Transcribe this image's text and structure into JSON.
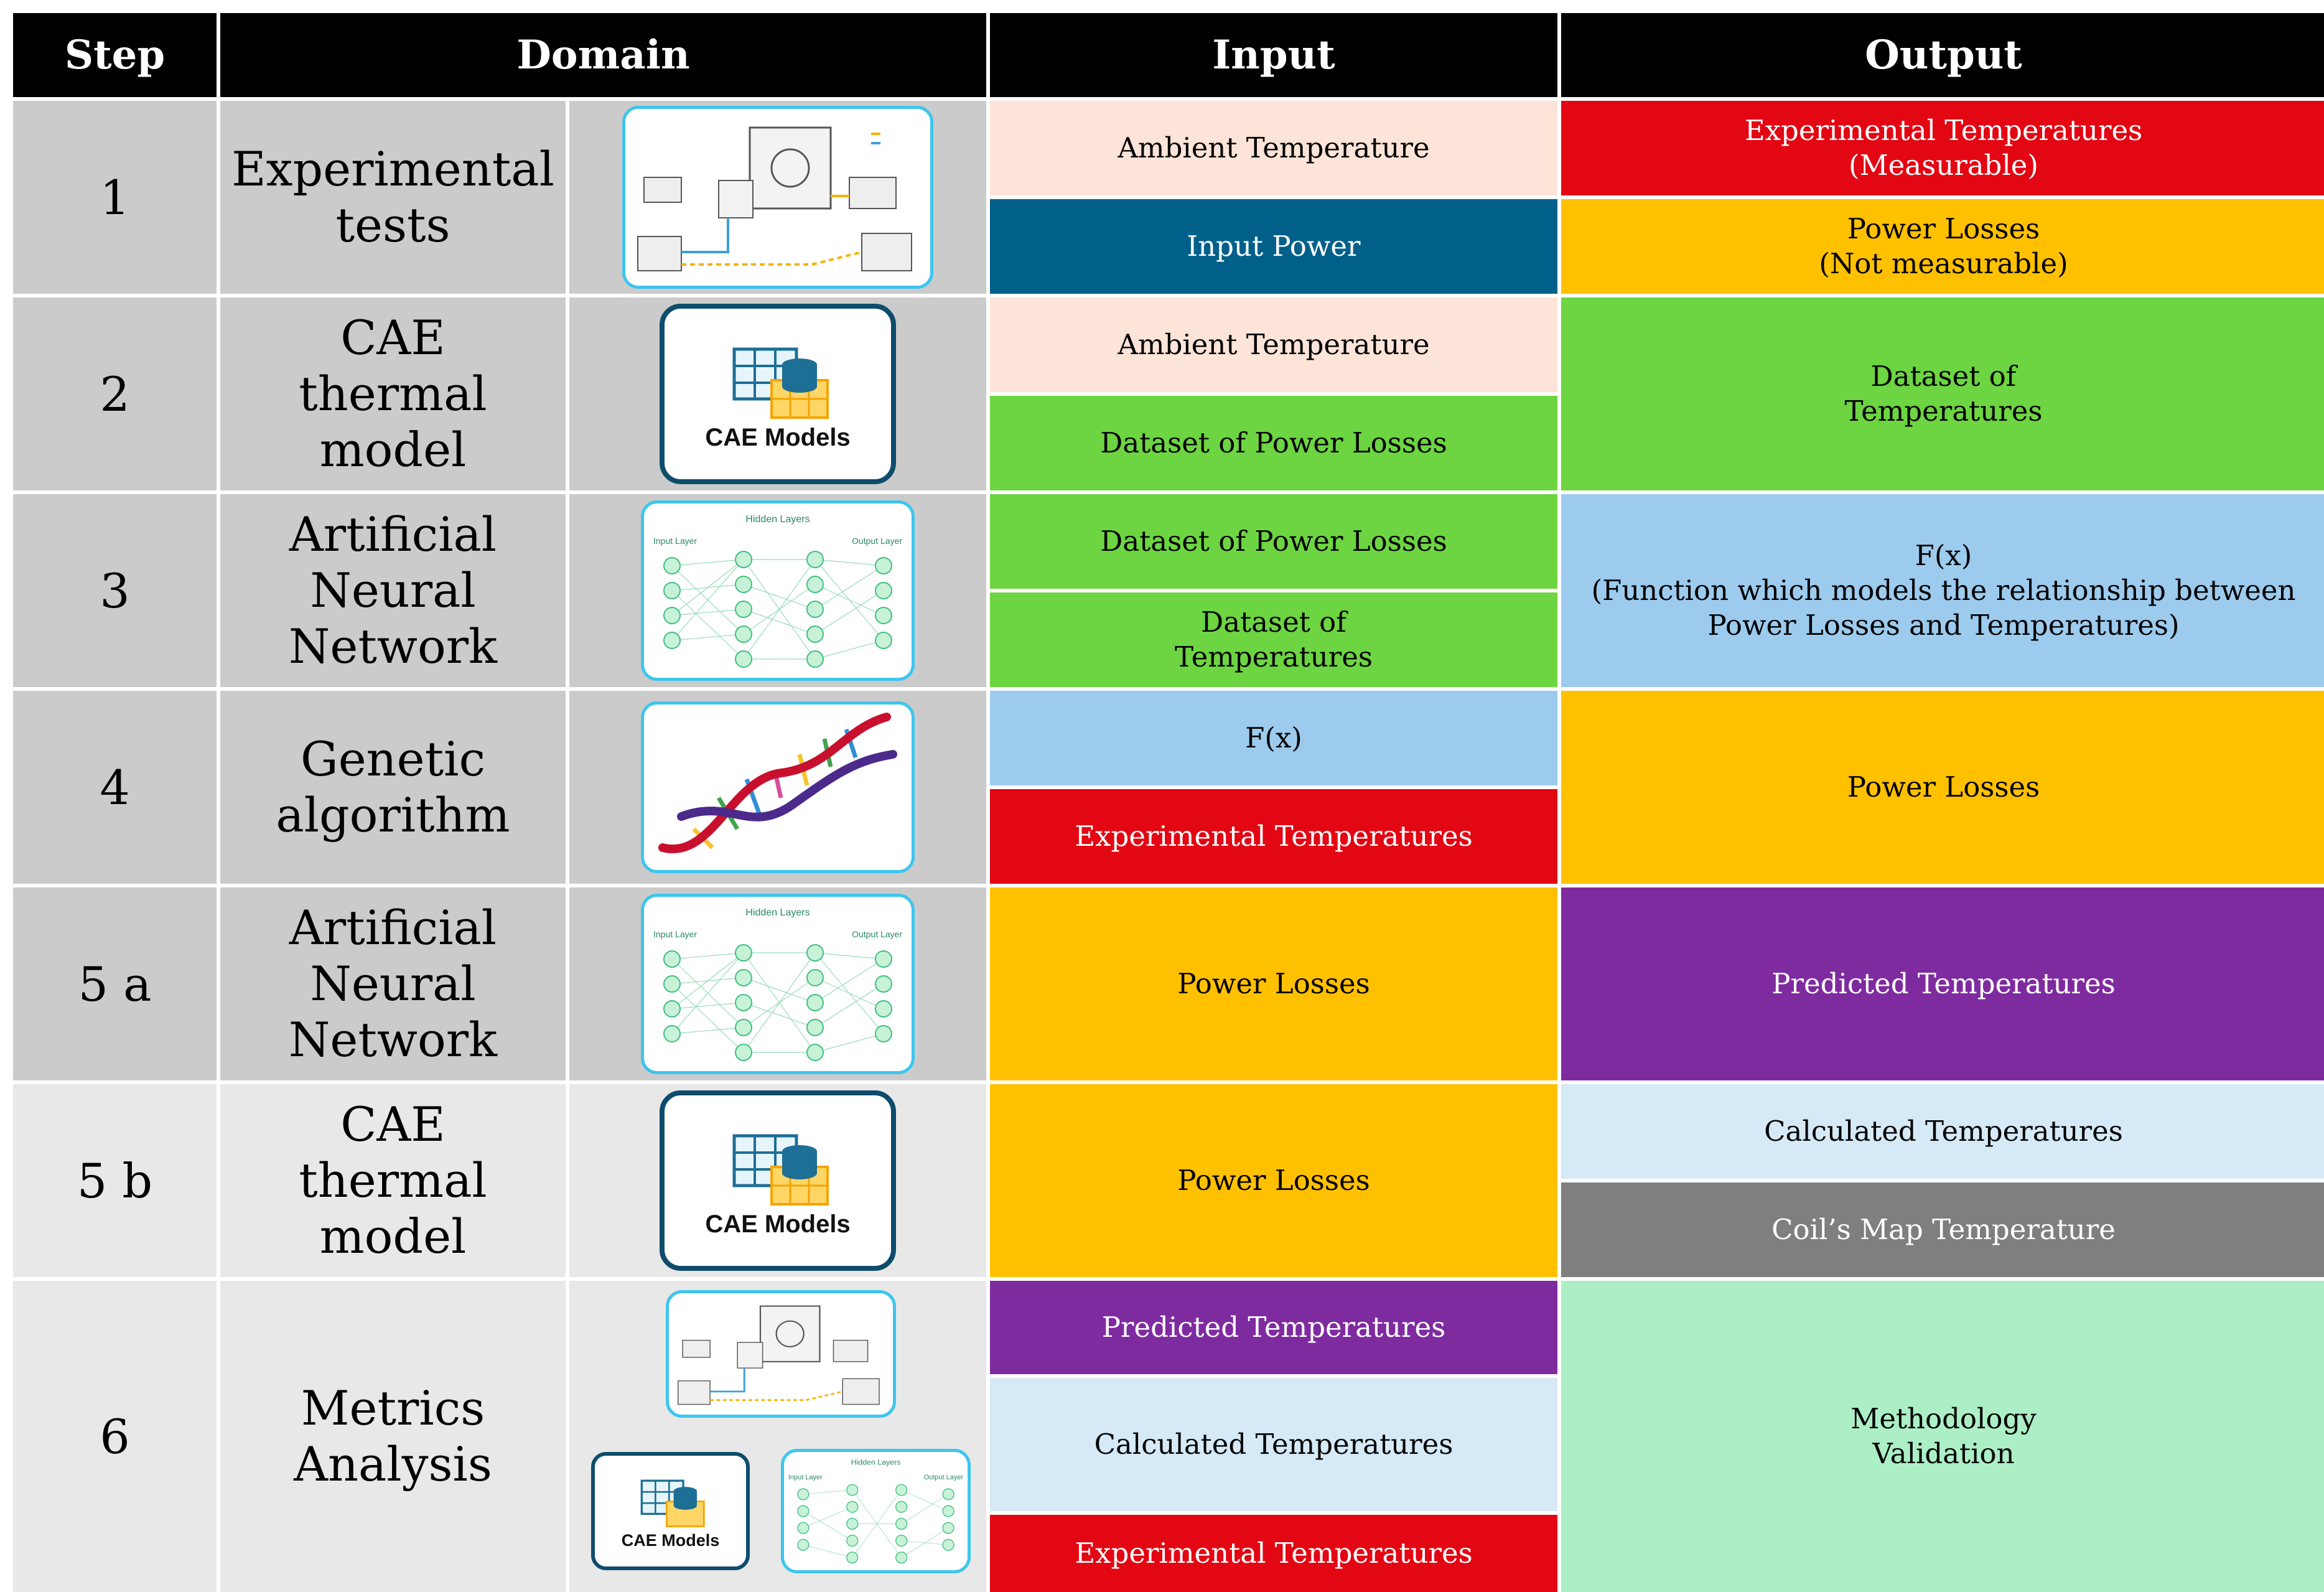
{
  "headers": {
    "step": "Step",
    "domain": "Domain",
    "input": "Input",
    "output": "Output"
  },
  "icon_text": {
    "cae": "CAE Models",
    "nn_hidden": "Hidden Layers",
    "nn_input": "Input Layer",
    "nn_output": "Output Layer"
  },
  "colors": {
    "peach": "#fde4d8",
    "navy": "#006089",
    "red": "#e30613",
    "orange": "#ffc000",
    "green": "#6dd442",
    "sky": "#9ccbee",
    "purple": "#7f2ba0",
    "paleblue": "#d6e9f7",
    "gray": "#7f7f7f",
    "mint": "#acefc6",
    "header": "#000000",
    "row_dark": "#cbcbcb",
    "row_light": "#e8e8e8",
    "icon_border": "#3cc6ee"
  },
  "rows": [
    {
      "step": "1",
      "domain": "Experimental\ntests",
      "icon": "lab-setup-icon",
      "inputs": [
        {
          "text": "Ambient Temperature",
          "color": "#fde4d8"
        },
        {
          "text": "Input Power",
          "color": "#006089"
        }
      ],
      "outputs": [
        {
          "text": "Experimental Temperatures\n(Measurable)",
          "color": "#e30613"
        },
        {
          "text": "Power Losses\n(Not measurable)",
          "color": "#ffc000"
        }
      ]
    },
    {
      "step": "2",
      "domain": "CAE thermal\nmodel",
      "icon": "cae-models-icon",
      "inputs": [
        {
          "text": "Ambient Temperature",
          "color": "#fde4d8"
        },
        {
          "text": "Dataset of Power Losses",
          "color": "#6dd442"
        }
      ],
      "outputs": [
        {
          "text": "Dataset of\nTemperatures",
          "color": "#6dd442"
        }
      ]
    },
    {
      "step": "3",
      "domain": "Artificial\nNeural\nNetwork",
      "icon": "neural-network-icon",
      "inputs": [
        {
          "text": "Dataset of Power Losses",
          "color": "#6dd442"
        },
        {
          "text": "Dataset of\nTemperatures",
          "color": "#6dd442"
        }
      ],
      "outputs": [
        {
          "text": "F(x)",
          "color": "#9ccbee"
        }
      ],
      "output_note": "(Function which models the relationship between\nPower Losses and Temperatures)"
    },
    {
      "step": "4",
      "domain": "Genetic\nalgorithm",
      "icon": "dna-icon",
      "inputs": [
        {
          "text": "F(x)",
          "color": "#9ccbee"
        },
        {
          "text": "Experimental Temperatures",
          "color": "#e30613"
        }
      ],
      "outputs": [
        {
          "text": "Power Losses",
          "color": "#ffc000"
        }
      ]
    },
    {
      "step": "5 a",
      "domain": "Artificial\nNeural\nNetwork",
      "icon": "neural-network-icon",
      "inputs": [
        {
          "text": "Power Losses",
          "color": "#ffc000"
        }
      ],
      "outputs": [
        {
          "text": "Predicted Temperatures",
          "color": "#7f2ba0"
        }
      ]
    },
    {
      "step": "5 b",
      "domain": "CAE thermal\nmodel",
      "icon": "cae-models-icon",
      "inputs": [
        {
          "text": "Power Losses",
          "color": "#ffc000"
        }
      ],
      "outputs": [
        {
          "text": "Calculated Temperatures",
          "color": "#d6e9f7"
        },
        {
          "text": "Coil’s Map Temperature",
          "color": "#7f7f7f"
        }
      ]
    },
    {
      "step": "6",
      "domain": "Metrics\nAnalysis",
      "icon": "combined-icons",
      "inputs": [
        {
          "text": "Predicted Temperatures",
          "color": "#7f2ba0"
        },
        {
          "text": "Calculated Temperatures",
          "color": "#d6e9f7"
        },
        {
          "text": "Experimental Temperatures",
          "color": "#e30613"
        }
      ],
      "outputs": [
        {
          "text": "Methodology\nValidation",
          "color": "#acefc6"
        }
      ]
    }
  ]
}
